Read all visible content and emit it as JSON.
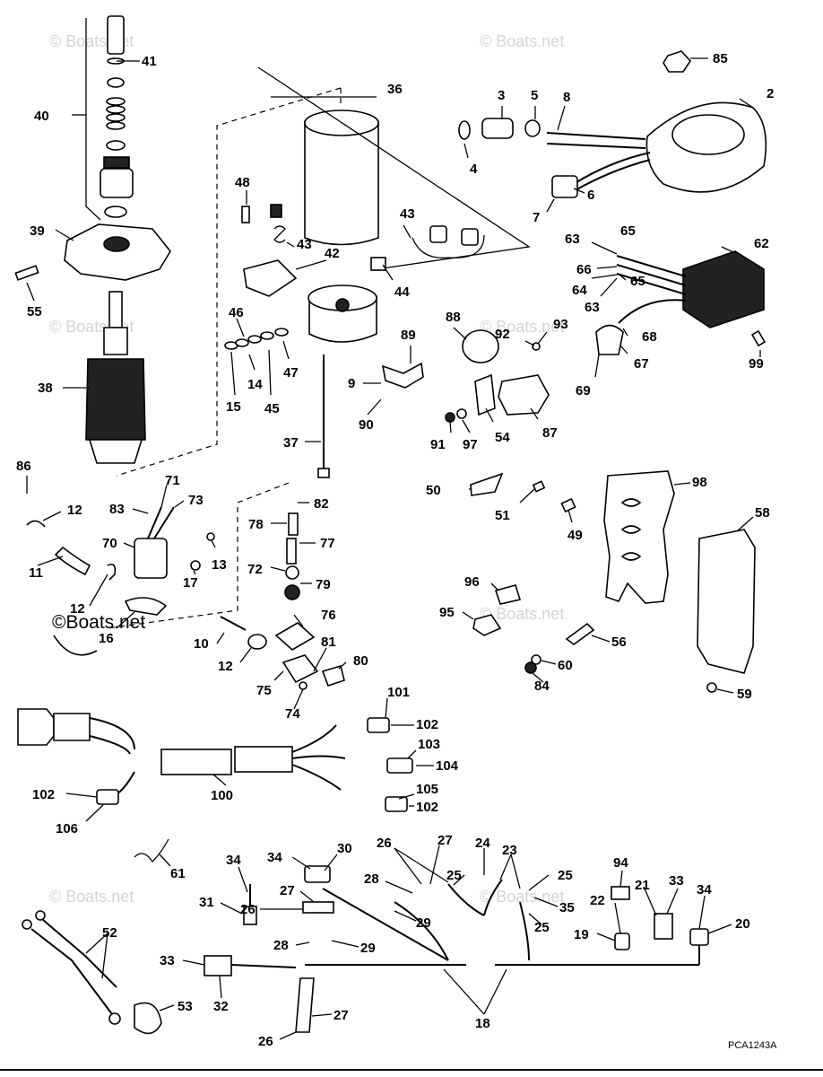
{
  "watermark": "© Boats.net",
  "watermark_dark": "©Boats.net",
  "diagram_code": "PCA1243A",
  "callouts": {
    "c41": "41",
    "c40": "40",
    "c39": "39",
    "c55": "55",
    "c38": "38",
    "c36": "36",
    "c3": "3",
    "c5": "5",
    "c8": "8",
    "c2": "2",
    "c85": "85",
    "c4": "4",
    "c6": "6",
    "c7": "7",
    "c48": "48",
    "c43a": "43",
    "c43b": "43",
    "c42": "42",
    "c44": "44",
    "c46": "46",
    "c45": "45",
    "c47": "47",
    "c14": "14",
    "c15": "15",
    "c9": "9",
    "c89": "89",
    "c90": "90",
    "c37": "37",
    "c88": "88",
    "c92": "92",
    "c93": "93",
    "c63a": "63",
    "c65a": "65",
    "c62": "62",
    "c66": "66",
    "c64": "64",
    "c65b": "65",
    "c63b": "63",
    "c68": "68",
    "c67": "67",
    "c69": "69",
    "c99": "99",
    "c91": "91",
    "c97": "97",
    "c54": "54",
    "c87": "87",
    "c86": "86",
    "c12a": "12",
    "c71": "71",
    "c73": "73",
    "c83": "83",
    "c82": "82",
    "c78": "78",
    "c77": "77",
    "c72": "72",
    "c79": "79",
    "c70": "70",
    "c13": "13",
    "c17": "17",
    "c11": "11",
    "c12b": "12",
    "c16": "16",
    "c50": "50",
    "c51": "51",
    "c49": "49",
    "c98": "98",
    "c58": "58",
    "c96": "96",
    "c95": "95",
    "c76": "76",
    "c10": "10",
    "c12c": "12",
    "c81": "81",
    "c80": "80",
    "c75": "75",
    "c74": "74",
    "c56": "56",
    "c60": "60",
    "c84": "84",
    "c59": "59",
    "c101": "101",
    "c102a": "102",
    "c103": "103",
    "c104": "104",
    "c100": "100",
    "c102b": "102",
    "c106": "106",
    "c105": "105",
    "c102c": "102",
    "c61": "61",
    "c34a": "34",
    "c34b": "34",
    "c30": "30",
    "c26a": "26",
    "c27a": "27",
    "c24": "24",
    "c23": "23",
    "c25a": "25",
    "c25b": "25",
    "c28a": "28",
    "c27b": "27",
    "c26b": "26",
    "c31": "31",
    "c29a": "29",
    "c35": "35",
    "c25c": "25",
    "c94": "94",
    "c21": "21",
    "c33a": "33",
    "c34c": "34",
    "c22": "22",
    "c20": "20",
    "c19": "19",
    "c28b": "28",
    "c29b": "29",
    "c52": "52",
    "c33b": "33",
    "c32": "32",
    "c18": "18",
    "c27c": "27",
    "c53": "53",
    "c26c": "26"
  }
}
